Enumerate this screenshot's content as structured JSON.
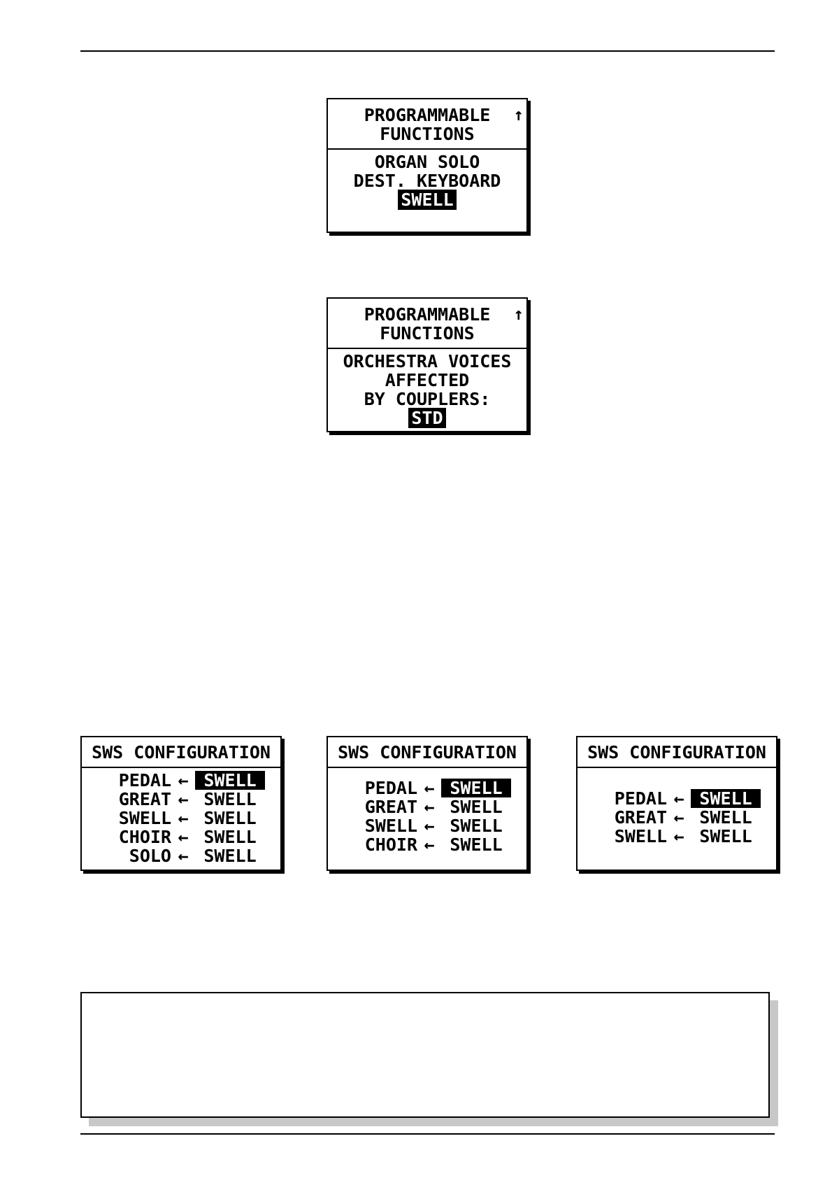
{
  "programmable_displays": [
    {
      "header": [
        "PROGRAMMABLE",
        "FUNCTIONS"
      ],
      "arrow": "↑",
      "lines": [
        "ORGAN SOLO",
        "DEST. KEYBOARD"
      ],
      "selected": "SWELL"
    },
    {
      "header": [
        "PROGRAMMABLE",
        "FUNCTIONS"
      ],
      "arrow": "↑",
      "lines": [
        "ORCHESTRA VOICES",
        "AFFECTED",
        "BY COUPLERS:"
      ],
      "selected": "STD"
    }
  ],
  "sws_displays": [
    {
      "title": "SWS CONFIGURATION",
      "rows": [
        {
          "source": "PEDAL",
          "arrow": "←",
          "dest": "SWELL",
          "selected": true
        },
        {
          "source": "GREAT",
          "arrow": "←",
          "dest": "SWELL",
          "selected": false
        },
        {
          "source": "SWELL",
          "arrow": "←",
          "dest": "SWELL",
          "selected": false
        },
        {
          "source": "CHOIR",
          "arrow": "←",
          "dest": "SWELL",
          "selected": false
        },
        {
          "source": "SOLO",
          "arrow": "←",
          "dest": "SWELL",
          "selected": false
        }
      ]
    },
    {
      "title": "SWS CONFIGURATION",
      "rows": [
        {
          "source": "PEDAL",
          "arrow": "←",
          "dest": "SWELL",
          "selected": true
        },
        {
          "source": "GREAT",
          "arrow": "←",
          "dest": "SWELL",
          "selected": false
        },
        {
          "source": "SWELL",
          "arrow": "←",
          "dest": "SWELL",
          "selected": false
        },
        {
          "source": "CHOIR",
          "arrow": "←",
          "dest": "SWELL",
          "selected": false
        }
      ]
    },
    {
      "title": "SWS CONFIGURATION",
      "rows": [
        {
          "source": "PEDAL",
          "arrow": "←",
          "dest": "SWELL",
          "selected": true
        },
        {
          "source": "GREAT",
          "arrow": "←",
          "dest": "SWELL",
          "selected": false
        },
        {
          "source": "SWELL",
          "arrow": "←",
          "dest": "SWELL",
          "selected": false
        }
      ]
    }
  ]
}
